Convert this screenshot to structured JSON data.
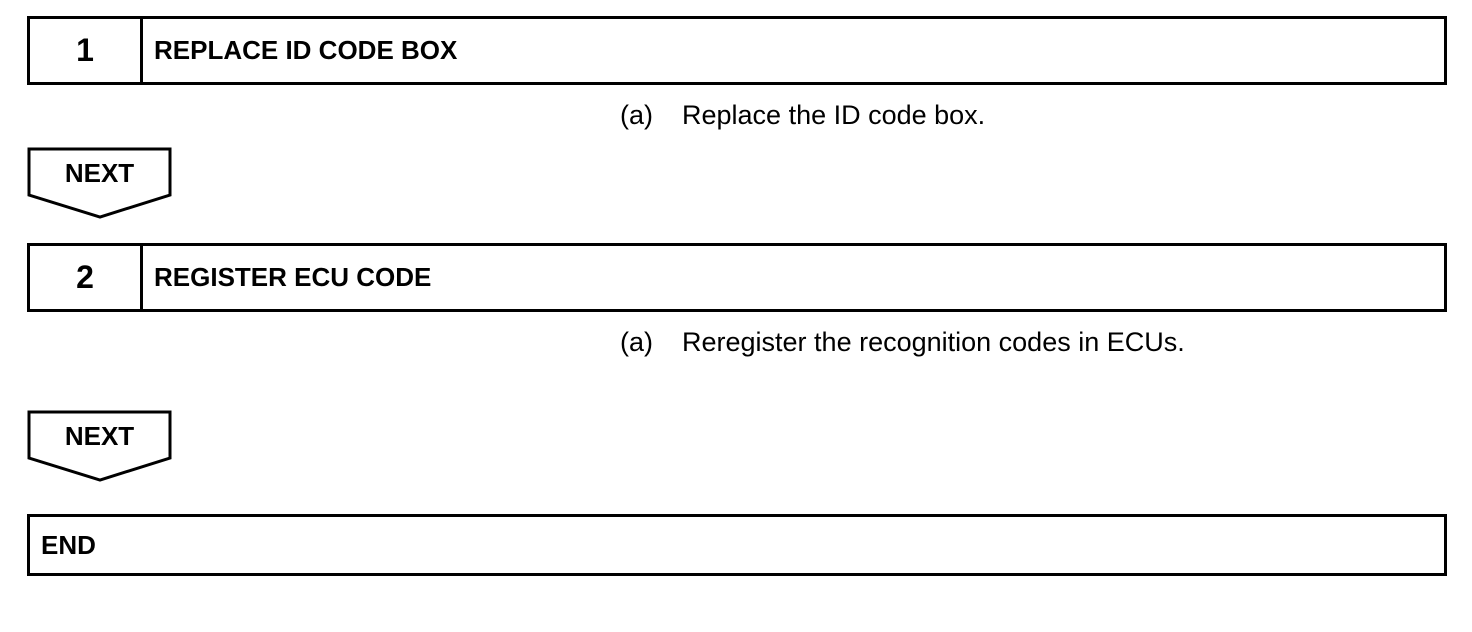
{
  "steps": [
    {
      "number": "1",
      "title": "REPLACE ID CODE BOX",
      "substep_label": "(a)",
      "substep_text": "Replace the ID code box."
    },
    {
      "number": "2",
      "title": "REGISTER ECU CODE",
      "substep_label": "(a)",
      "substep_text": "Reregister the recognition codes in ECUs."
    }
  ],
  "next_label": "NEXT",
  "end_label": "END"
}
